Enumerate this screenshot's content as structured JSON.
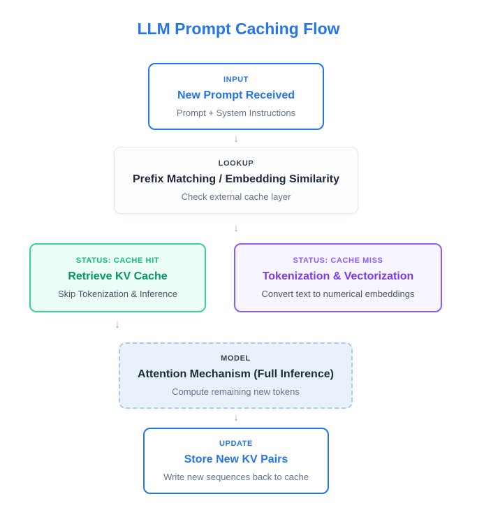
{
  "title": "LLM Prompt Caching Flow",
  "icons": {
    "arrow_down": "↓"
  },
  "colors": {
    "accent_blue": "#2575e8",
    "accent_green": "#10b981",
    "green_title": "#059669",
    "green_border": "#34d399",
    "green_bg": "#ecfdf5",
    "accent_purple": "#8b5cf6",
    "purple_title": "#7c3aed",
    "purple_bg": "#f7f5ff",
    "model_bg": "#e9f1fa",
    "model_border": "#aec8ea",
    "muted_text": "#64748b",
    "dark_text": "#1e293b",
    "arrow_gray": "#94a3b8"
  },
  "nodes": {
    "input": {
      "label": "INPUT",
      "title": "New Prompt Received",
      "subtitle": "Prompt + System Instructions"
    },
    "lookup": {
      "label": "LOOKUP",
      "title": "Prefix Matching / Embedding Similarity",
      "subtitle": "Check external cache layer"
    },
    "cache_hit": {
      "label": "STATUS: CACHE HIT",
      "title": "Retrieve KV Cache",
      "subtitle": "Skip Tokenization & Inference"
    },
    "cache_miss": {
      "label": "STATUS: CACHE MISS",
      "title": "Tokenization & Vectorization",
      "subtitle": "Convert text to numerical embeddings"
    },
    "model": {
      "label": "MODEL",
      "title": "Attention Mechanism (Full Inference)",
      "subtitle": "Compute remaining new tokens"
    },
    "update": {
      "label": "UPDATE",
      "title": "Store New KV Pairs",
      "subtitle": "Write new sequences back to cache"
    }
  }
}
